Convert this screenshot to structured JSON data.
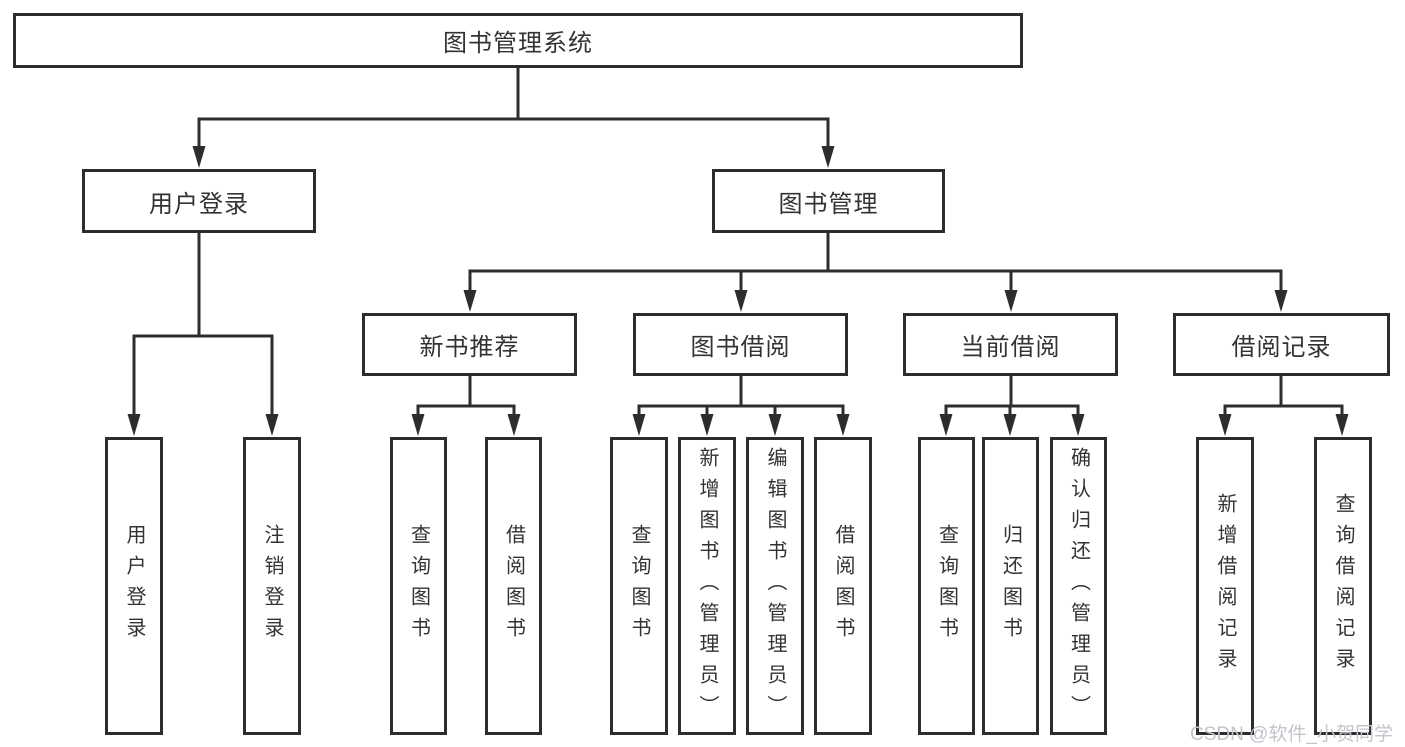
{
  "tree": {
    "label": "图书管理系统",
    "children": [
      {
        "label": "用户登录",
        "children": [
          {
            "label": "用户登录"
          },
          {
            "label": "注销登录"
          }
        ]
      },
      {
        "label": "图书管理",
        "children": [
          {
            "label": "新书推荐",
            "children": [
              {
                "label": "查询图书"
              },
              {
                "label": "借阅图书"
              }
            ]
          },
          {
            "label": "图书借阅",
            "children": [
              {
                "label": "查询图书"
              },
              {
                "label": "新增图书（管理员）"
              },
              {
                "label": "编辑图书（管理员）"
              },
              {
                "label": "借阅图书"
              }
            ]
          },
          {
            "label": "当前借阅",
            "children": [
              {
                "label": "查询图书"
              },
              {
                "label": "归还图书"
              },
              {
                "label": "确认归还（管理员）"
              }
            ]
          },
          {
            "label": "借阅记录",
            "children": [
              {
                "label": "新增借阅记录"
              },
              {
                "label": "查询借阅记录"
              }
            ]
          }
        ]
      }
    ]
  },
  "watermark": {
    "text": "CSDN @软件_小贺同学",
    "color": "#c8c2cc"
  },
  "colors": {
    "background": "#ffffff",
    "box_border": "#2d2d2d",
    "box_fill": "#ffffff",
    "line": "#2d2d2d",
    "text": "#333333"
  }
}
